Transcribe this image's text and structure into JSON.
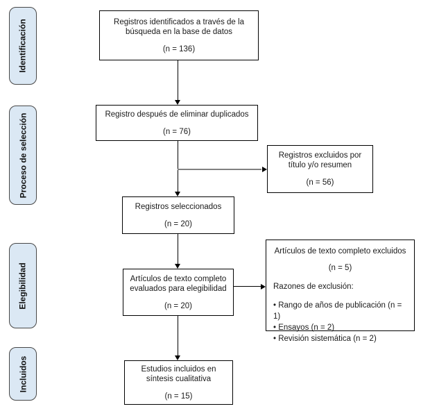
{
  "stages": [
    {
      "label": "Identificación"
    },
    {
      "label": "Proceso de selección"
    },
    {
      "label": "Elegibilidad"
    },
    {
      "label": "Incluidos"
    }
  ],
  "flow": {
    "main_boxes": [
      {
        "text": "Registros identificados a través de la\nbúsqueda en la base de datos",
        "n": "(n = 136)"
      },
      {
        "text": "Registro después de eliminar duplicados",
        "n": "(n = 76)"
      },
      {
        "text": "Registros seleccionados",
        "n": "(n = 20)"
      },
      {
        "text": "Artículos de texto completo\nevaluados para elegibilidad",
        "n": "(n = 20)"
      },
      {
        "text": "Estudios incluidos en\nsíntesis cualitativa",
        "n": "(n = 15)"
      }
    ],
    "side_boxes": [
      {
        "text": "Registros excluidos por\ntítulo y/o resumen",
        "n": "(n = 56)"
      },
      {
        "title": "Artículos de texto completo excluidos",
        "n": "(n = 5)",
        "reasons_heading": "Razones de exclusión:",
        "reasons": [
          "• Rango de años de publicación (n = 1)",
          "• Ensayos (n = 2)",
          "• Revisión sistemática (n = 2)"
        ]
      }
    ]
  },
  "colors": {
    "stage_fill": "#dbe8f4",
    "stage_border": "#474747",
    "box_fill": "#ffffff",
    "box_border": "#000000",
    "connector_gray": "#808080",
    "text": "#1a1a1a"
  }
}
